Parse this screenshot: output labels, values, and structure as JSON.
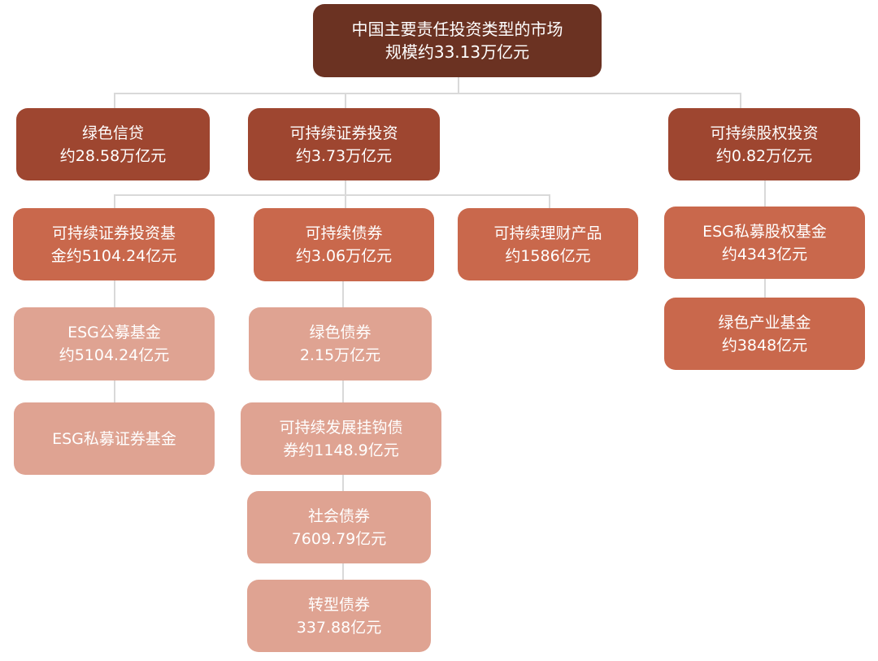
{
  "colors": {
    "level0": "#6b3222",
    "level1": "#9e4630",
    "level2": "#c9684c",
    "level3": "#dfa392"
  },
  "root": {
    "line1": "中国主要责任投资类型的市场",
    "line2": "规模约33.13万亿元"
  },
  "green_credit": {
    "line1": "绿色信贷",
    "line2": "约28.58万亿元"
  },
  "sustainable_securities": {
    "line1": "可持续证券投资",
    "line2": "约3.73万亿元"
  },
  "sustainable_equity": {
    "line1": "可持续股权投资",
    "line2": "约0.82万亿元"
  },
  "securities_fund": {
    "line1": "可持续证券投资基",
    "line2": "金约5104.24亿元"
  },
  "sustainable_bonds": {
    "line1": "可持续债券",
    "line2": "约3.06万亿元"
  },
  "wealth_products": {
    "line1": "可持续理财产品",
    "line2": "约1586亿元"
  },
  "esg_pe_fund": {
    "line1": "ESG私募股权基金",
    "line2": "约4343亿元"
  },
  "green_industry_fund": {
    "line1": "绿色产业基金",
    "line2": "约3848亿元"
  },
  "esg_public_fund": {
    "line1": "ESG公募基金",
    "line2": "约5104.24亿元"
  },
  "esg_private_securities_fund": {
    "line1": "ESG私募证券基金"
  },
  "green_bonds": {
    "line1": "绿色债券",
    "line2": "2.15万亿元"
  },
  "sll_bonds": {
    "line1": "可持续发展挂钩债",
    "line2": "券约1148.9亿元"
  },
  "social_bonds": {
    "line1": "社会债券",
    "line2": "7609.79亿元"
  },
  "transition_bonds": {
    "line1": "转型债券",
    "line2": "337.88亿元"
  }
}
